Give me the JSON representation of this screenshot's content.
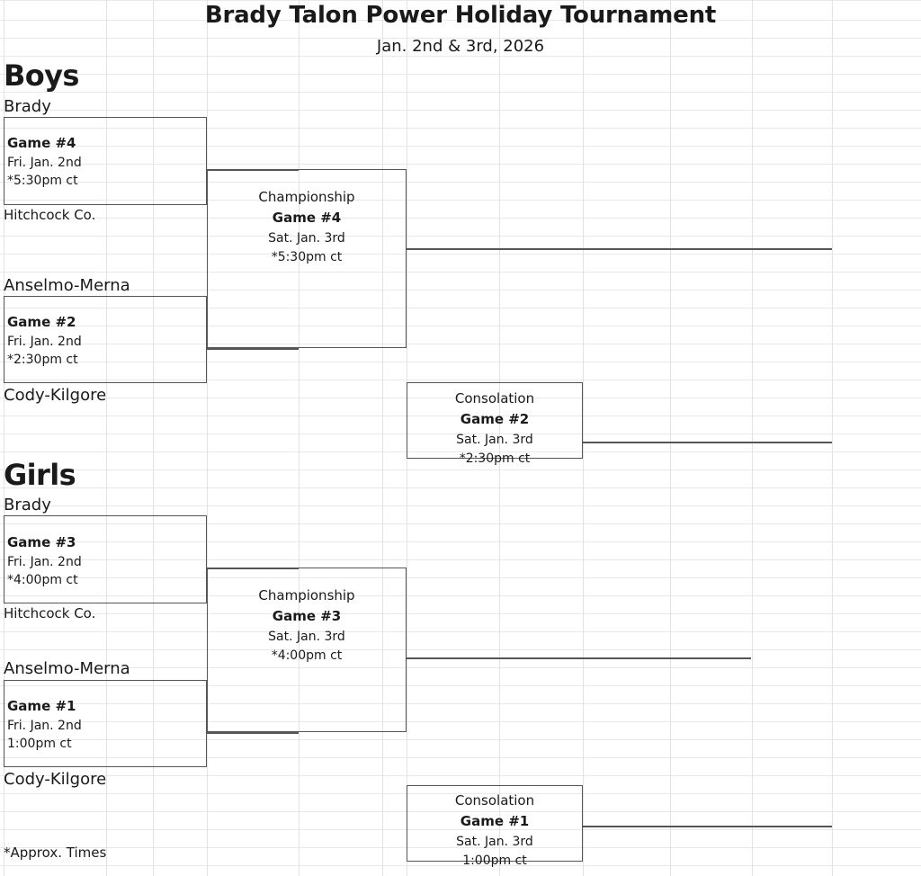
{
  "header": {
    "title": "Brady Talon Power Holiday Tournament",
    "subtitle": "Jan. 2nd & 3rd, 2026"
  },
  "footnote": "*Approx. Times",
  "divisions": [
    {
      "name": "Boys",
      "seeds": {
        "top1": "Brady",
        "top2": "Hitchcock Co.",
        "bottom1": "Anselmo-Merna",
        "bottom2": "Cody-Kilgore"
      },
      "round1": [
        {
          "game": "Game #4",
          "date": "Fri. Jan. 2nd",
          "time": "*5:30pm ct"
        },
        {
          "game": "Game #2",
          "date": "Fri. Jan. 2nd",
          "time": "*2:30pm ct"
        }
      ],
      "championship": {
        "label": "Championship",
        "game": "Game #4",
        "date": "Sat. Jan. 3rd",
        "time": "*5:30pm ct"
      },
      "consolation": {
        "label": "Consolation",
        "game": "Game #2",
        "date": "Sat. Jan. 3rd",
        "time": "*2:30pm ct"
      }
    },
    {
      "name": "Girls",
      "seeds": {
        "top1": "Brady",
        "top2": "Hitchcock Co.",
        "bottom1": "Anselmo-Merna",
        "bottom2": "Cody-Kilgore"
      },
      "round1": [
        {
          "game": "Game #3",
          "date": "Fri. Jan. 2nd",
          "time": "*4:00pm ct"
        },
        {
          "game": "Game #1",
          "date": "Fri. Jan. 2nd",
          "time": "1:00pm ct"
        }
      ],
      "championship": {
        "label": "Championship",
        "game": "Game #3",
        "date": "Sat. Jan. 3rd",
        "time": "*4:00pm ct"
      },
      "consolation": {
        "label": "Consolation",
        "game": "Game #1",
        "date": "Sat. Jan. 3rd",
        "time": "1:00pm ct"
      }
    }
  ],
  "colors": {
    "bracket_line": "#555555",
    "gridline": "#e9e9e9",
    "text": "#1a1a1a",
    "background": "#ffffff"
  },
  "grid": {
    "rows_y": [
      0,
      22,
      42,
      62,
      82,
      102,
      122,
      142,
      162,
      182,
      202,
      222,
      242,
      262,
      282,
      302,
      322,
      342,
      362,
      382,
      402,
      422,
      442,
      462,
      482,
      502,
      522,
      542,
      562,
      582,
      602,
      622,
      642,
      662,
      682,
      702,
      722,
      742,
      762,
      782,
      802,
      822,
      842,
      862,
      882,
      902,
      922,
      942,
      962
    ],
    "cols_x": [
      4,
      118,
      170,
      230,
      332,
      425,
      452,
      555,
      648,
      745,
      836,
      925
    ]
  }
}
